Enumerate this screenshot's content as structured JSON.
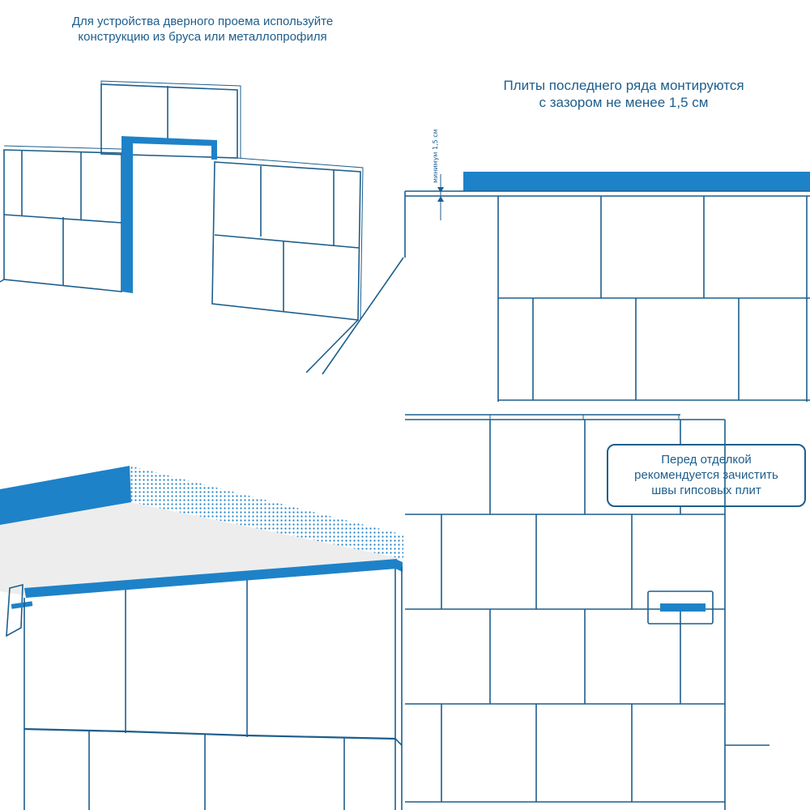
{
  "colors": {
    "line": "#1d5e8c",
    "accent_blue": "#1e82c8",
    "ceiling_fill": "#ededed"
  },
  "panels": {
    "doorway": {
      "caption_line1": "Для устройства дверного проема используйте",
      "caption_line2": "конструкцию из бруса или металлопрофиля"
    },
    "last_row": {
      "caption_line1": "Плиты последнего ряда монтируются",
      "caption_line2": "с зазором не менее 1,5 см",
      "gap_label": "минимум 1,5 см"
    },
    "ceiling": {},
    "seams": {
      "caption_line1": "Перед отделкой",
      "caption_line2": "рекомендуется зачистить",
      "caption_line3": "швы гипсовых плит"
    }
  }
}
